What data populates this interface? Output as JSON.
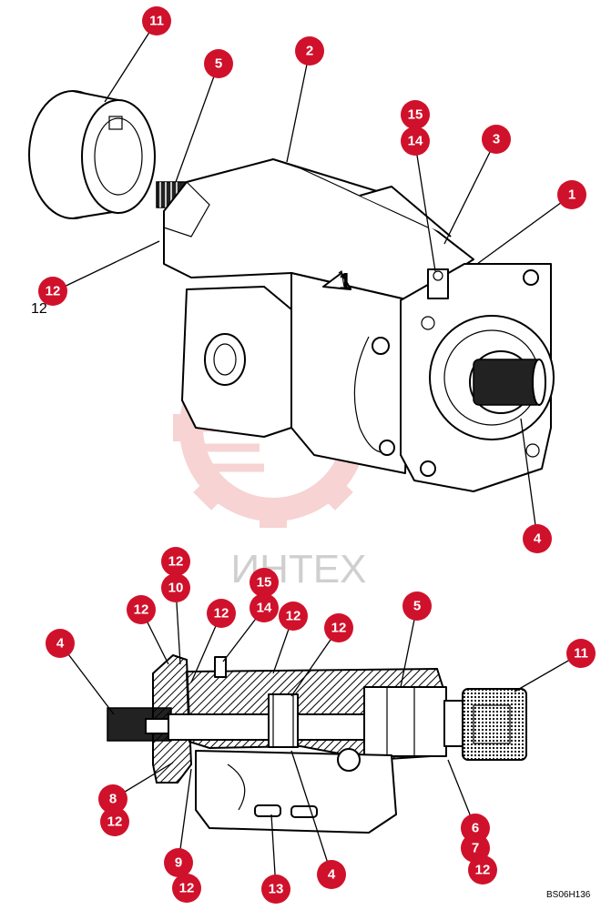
{
  "watermark": {
    "text": "ИНТЕХ"
  },
  "drawing_code": "BS06H136",
  "loose_label": "12",
  "callouts_top": [
    "11",
    "5",
    "2",
    "15",
    "14",
    "3",
    "1",
    "12",
    "4"
  ],
  "callouts_bottom": [
    "12",
    "10",
    "15",
    "12",
    "12",
    "14",
    "12",
    "12",
    "5",
    "4",
    "11",
    "8",
    "12",
    "6",
    "7",
    "12",
    "9",
    "12",
    "13",
    "4"
  ],
  "colors": {
    "callout": "#d0112b",
    "watermark": "#f2b0b0"
  }
}
